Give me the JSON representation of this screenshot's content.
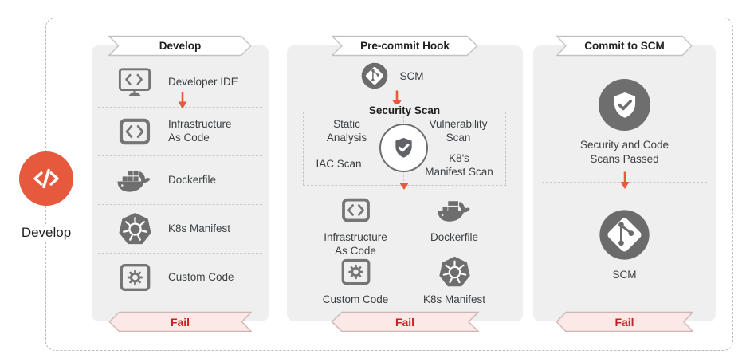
{
  "develop_node": {
    "icon": "code-brackets-icon",
    "label": "Develop"
  },
  "colors": {
    "accent_orange": "#E6593C",
    "fail_red": "#C5221F",
    "fail_background": "#FCE8E6",
    "icon_gray": "#757575",
    "dark_gray": "#6B6B6B",
    "panel_background": "#EFEFEF"
  },
  "panels": [
    {
      "title": "Develop",
      "items": [
        {
          "icon": "monitor-code-icon",
          "label": "Developer IDE"
        },
        {
          "icon": "code-window-icon",
          "label": "Infrastructure\nAs Code"
        },
        {
          "icon": "docker-whale-icon",
          "label": "Dockerfile"
        },
        {
          "icon": "kubernetes-icon",
          "label": "K8s Manifest"
        },
        {
          "icon": "gear-window-icon",
          "label": "Custom Code"
        }
      ],
      "fail_label": "Fail"
    },
    {
      "title": "Pre-commit Hook",
      "scm": {
        "icon": "git-circle-icon",
        "label": "SCM"
      },
      "security_scan": {
        "title": "Security Scan",
        "center_icon": "shield-check-icon",
        "quadrants": [
          {
            "label": "Static\nAnalysis"
          },
          {
            "label": "Vulnerability\nScan"
          },
          {
            "label": "IAC Scan"
          },
          {
            "label": "K8's\nManifest Scan"
          }
        ]
      },
      "artifacts": [
        {
          "icon": "code-window-icon",
          "label": "Infrastructure\nAs Code"
        },
        {
          "icon": "docker-whale-icon",
          "label": "Dockerfile"
        },
        {
          "icon": "gear-window-icon",
          "label": "Custom Code"
        },
        {
          "icon": "kubernetes-icon",
          "label": "K8s Manifest"
        }
      ],
      "fail_label": "Fail"
    },
    {
      "title": "Commit to SCM",
      "passed": {
        "icon": "shield-check-circle-icon",
        "label": "Security and Code\nScans Passed"
      },
      "scm": {
        "icon": "git-circle-icon",
        "label": "SCM"
      },
      "fail_label": "Fail"
    }
  ]
}
